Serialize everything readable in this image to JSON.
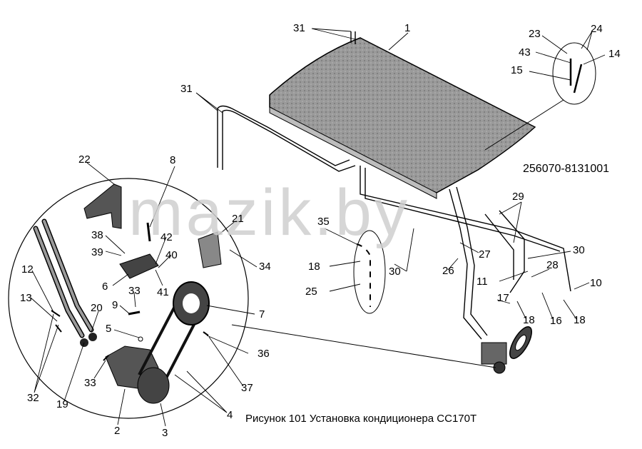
{
  "drawing": {
    "part_code": "256070-8131001",
    "caption": "Рисунок 101 Установка кондиционера СС170Т",
    "watermark": "mazik.by",
    "callouts": [
      "1",
      "2",
      "3",
      "4",
      "5",
      "6",
      "7",
      "8",
      "9",
      "10",
      "11",
      "12",
      "13",
      "14",
      "15",
      "16",
      "17",
      "18",
      "18",
      "18",
      "18",
      "19",
      "20",
      "21",
      "22",
      "23",
      "24",
      "25",
      "26",
      "27",
      "28",
      "29",
      "30",
      "30",
      "31",
      "31",
      "32",
      "33",
      "33",
      "34",
      "35",
      "36",
      "37",
      "38",
      "39",
      "40",
      "41",
      "42",
      "43"
    ]
  },
  "colors": {
    "line": "#000000",
    "shade": "#8c8c8c",
    "watermark": "#d0d0d0"
  }
}
